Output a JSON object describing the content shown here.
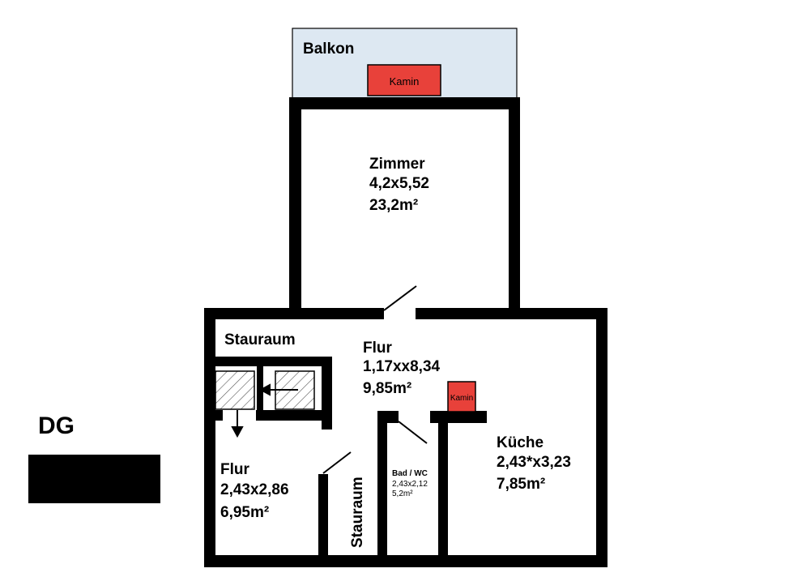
{
  "floor": {
    "level_label": "DG"
  },
  "balcony": {
    "name": "Balkon",
    "fireplace_label": "Kamin"
  },
  "rooms": {
    "zimmer": {
      "name": "Zimmer",
      "dims": "4,2x5,52",
      "area": "23,2m²"
    },
    "flur_main": {
      "name": "Flur",
      "dims": "1,17xx8,34",
      "area": "9,85m²"
    },
    "stauraum_top": {
      "name": "Stauraum"
    },
    "flur_left": {
      "name": "Flur",
      "dims": "2,43x2,86",
      "area": "6,95m²"
    },
    "stauraum_vertical": {
      "name": "Stauraum"
    },
    "bad": {
      "name": "Bad / WC",
      "dims": "2,43x2,12",
      "area": "5,2m²"
    },
    "kueche": {
      "name": "Küche",
      "dims": "2,43*x3,23",
      "area": "7,85m²",
      "fireplace_label": "Kamin"
    }
  },
  "colors": {
    "wall": "#000000",
    "balcony_fill": "#dde8f2",
    "fireplace_fill": "#e8413a",
    "hatch": "#555555"
  }
}
